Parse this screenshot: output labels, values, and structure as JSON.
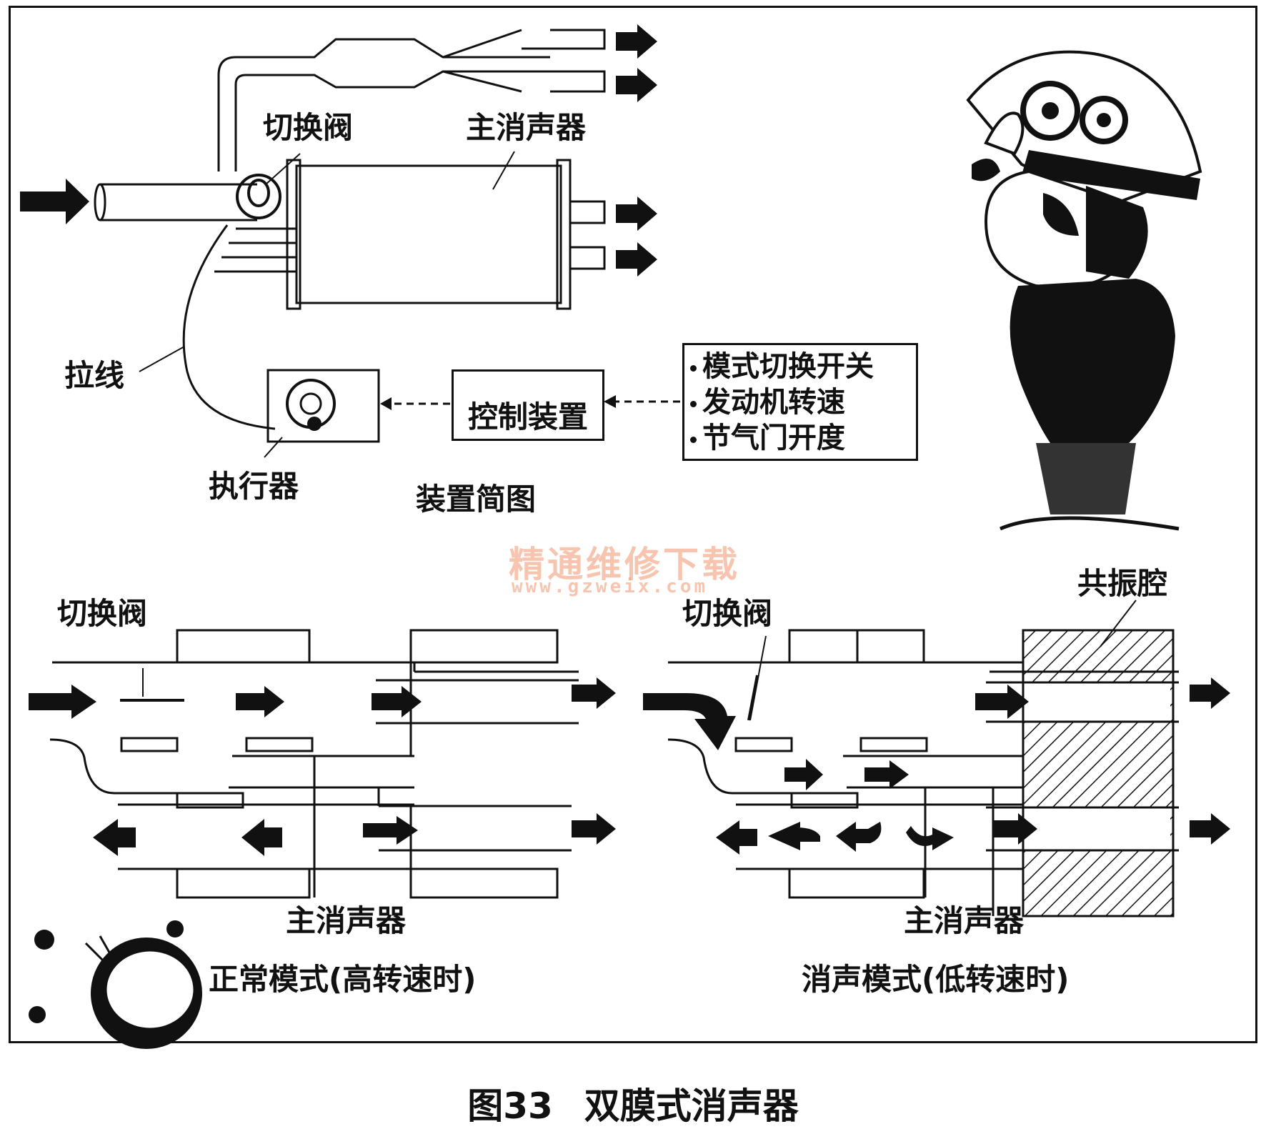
{
  "figure": {
    "caption_number": "图33",
    "caption_title": "双膜式消声器"
  },
  "device_sketch": {
    "title": "装置简图",
    "valve_label": "切换阀",
    "main_muffler_label": "主消声器",
    "cable_label": "拉线",
    "actuator_label": "执行器",
    "controller_label": "控制装置",
    "inputs": [
      "模式切换开关",
      "发动机转速",
      "节气门开度"
    ]
  },
  "normal_mode": {
    "valve_label": "切换阀",
    "muffler_label": "主消声器",
    "mode_label": "正常模式(高转速时)"
  },
  "quiet_mode": {
    "valve_label": "切换阀",
    "resonator_label": "共振腔",
    "muffler_label": "主消声器",
    "mode_label": "消声模式(低转速时)"
  },
  "watermark": {
    "text": "精通维修下载",
    "url": "www.gzweix.com"
  },
  "colors": {
    "ink": "#111111",
    "watermark": "#f0966e"
  }
}
